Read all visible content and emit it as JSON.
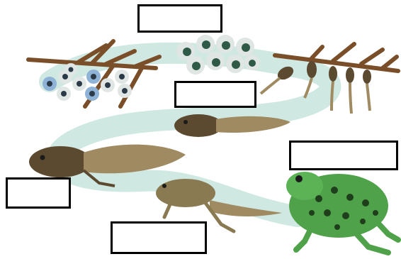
{
  "diagram": {
    "stages": [
      {
        "id": "eggs-on-twig"
      },
      {
        "id": "eggs-clutch"
      },
      {
        "id": "young-tadpoles-on-twig"
      },
      {
        "id": "tadpole-small"
      },
      {
        "id": "tadpole-large"
      },
      {
        "id": "froglet"
      },
      {
        "id": "adult-frog"
      }
    ],
    "label_boxes": [
      {
        "id": "box-top",
        "text": ""
      },
      {
        "id": "box-mid",
        "text": ""
      },
      {
        "id": "box-right",
        "text": ""
      },
      {
        "id": "box-left",
        "text": ""
      },
      {
        "id": "box-bottom",
        "text": ""
      }
    ],
    "colors": {
      "cycle_path": "#cfe8e2",
      "twig": "#7a4e28",
      "egg_jelly": "#dfe6e4",
      "egg_core": "#2c3a48",
      "egg_blue": "#8fb3d6",
      "tadpole": "#5b4a30",
      "tadpole_light": "#a08a62",
      "froglet": "#8a7a52",
      "frog_green": "#4fa24a",
      "frog_spot": "#1f3f1c"
    }
  }
}
